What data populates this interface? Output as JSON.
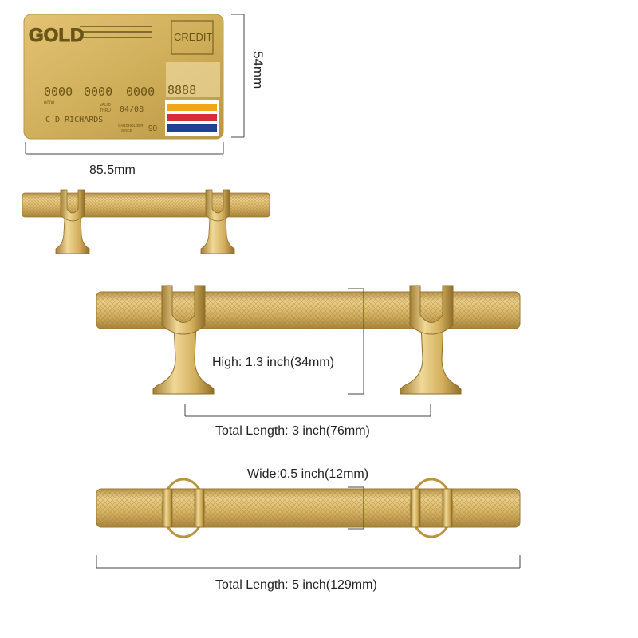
{
  "card": {
    "brand": "GOLD",
    "type": "CREDIT",
    "number": [
      "0000",
      "0000",
      "0000",
      "8888"
    ],
    "small_code": "0000",
    "valid_thru_line1": "VALID",
    "valid_thru_line2": "THRU",
    "expiry": "04/08",
    "holder": "C D RICHARDS",
    "since_line1": "CARDHOLDER",
    "since_line2": "SINCE",
    "since_year": "90",
    "stripe_colors": [
      "#f2a51b",
      "#d92c3a",
      "#1f3f94"
    ]
  },
  "dimensions": {
    "card_height": "54mm",
    "card_width": "85.5mm",
    "handle_high": "High: 1.3 inch(34mm)",
    "length_3in": "Total Length: 3 inch(76mm)",
    "wide": "Wide:0.5 inch(12mm)",
    "length_5in": "Total Length: 5 inch(129mm)"
  },
  "colors": {
    "gold_light": "#e0c275",
    "gold_mid": "#c9a552",
    "gold_dark": "#8f6e2a"
  }
}
